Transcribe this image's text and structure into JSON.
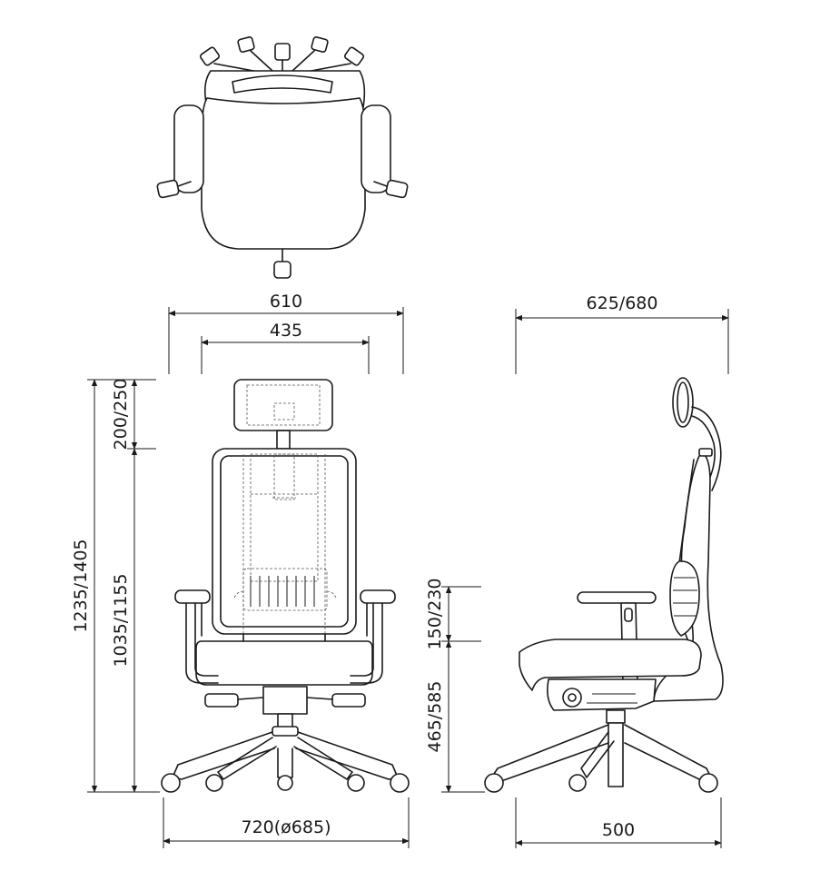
{
  "dimensions": {
    "overall_width_top": "610",
    "seat_width": "435",
    "depth": "625/680",
    "headrest_adjust": "200/250",
    "overall_height": "1235/1405",
    "back_height": "1035/1155",
    "armrest_adjust": "150/230",
    "seat_height": "465/585",
    "base_diameter": "720(ø685)",
    "base_depth": "500"
  }
}
